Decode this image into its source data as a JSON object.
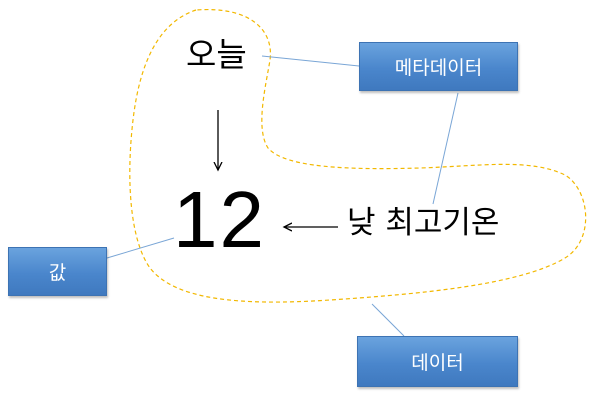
{
  "diagram": {
    "today_label": "오늘",
    "value_label": "12",
    "measure_label": "낮 최고기온",
    "callouts": {
      "metadata": "메타데이터",
      "value": "값",
      "data": "데이터"
    },
    "colors": {
      "box_fill_top": "#6aa3de",
      "box_fill_bottom": "#3f79bf",
      "outline_dashed": "#f2b800",
      "leader_line": "#7aa6d6",
      "arrow": "#000000"
    }
  }
}
